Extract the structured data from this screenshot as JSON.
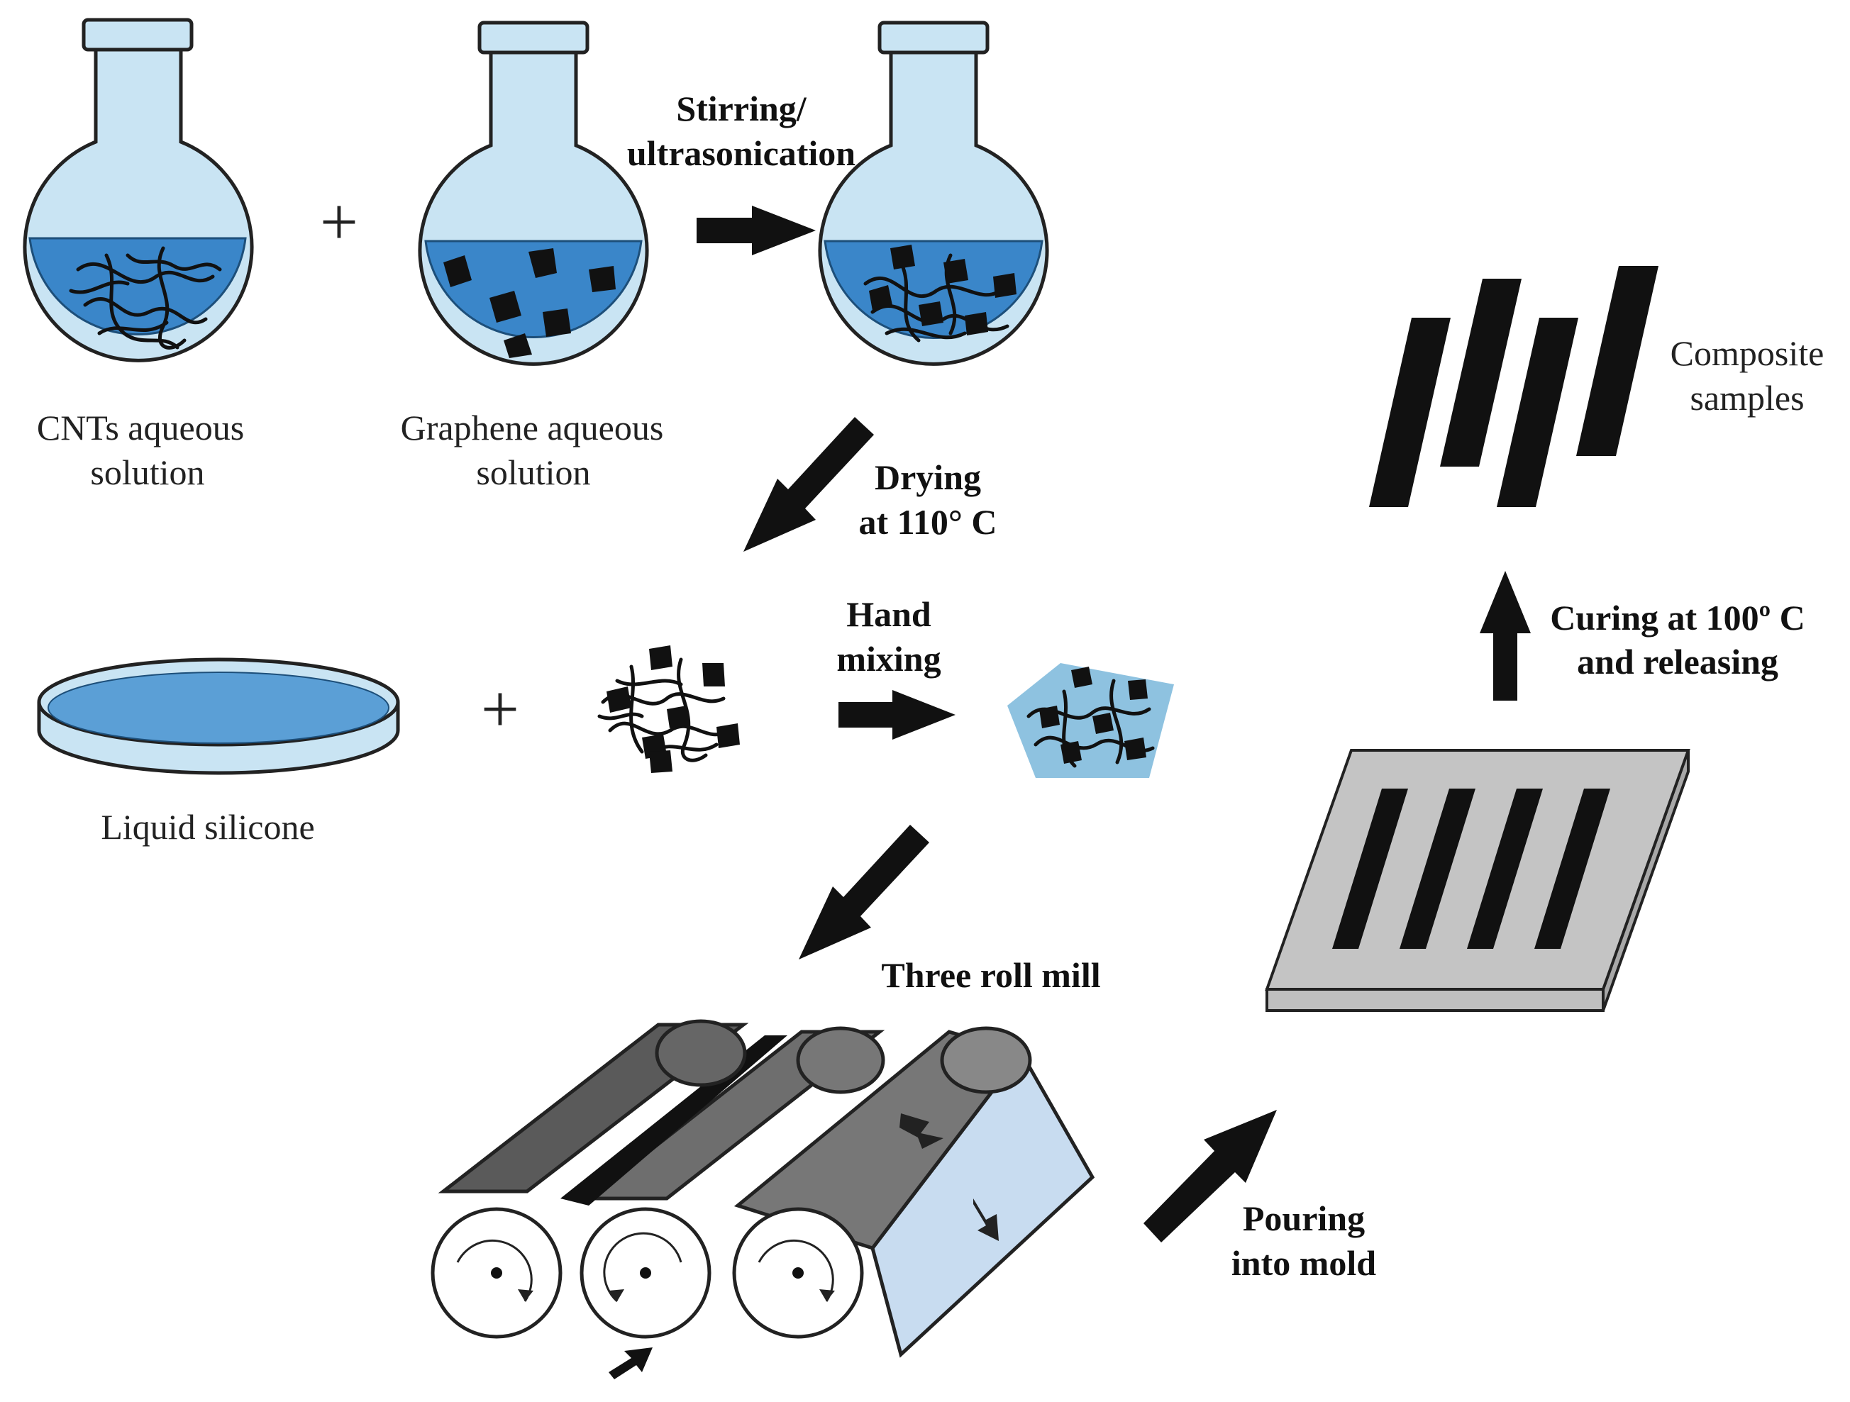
{
  "labels": {
    "cnts_line1": "CNTs aqueous",
    "cnts_line2": "solution",
    "graphene_line1": "Graphene aqueous",
    "graphene_line2": "solution",
    "stirring_line1": "Stirring/",
    "stirring_line2": "ultrasonication",
    "drying_line1": "Drying",
    "drying_line2": "at 110° C",
    "liquid_silicone": "Liquid silicone",
    "hand_line1": "Hand",
    "hand_line2": "mixing",
    "three_roll_mill": "Three roll mill",
    "pouring_line1": "Pouring",
    "pouring_line2": "into mold",
    "curing_line1": "Curing at 100º C",
    "curing_line2": "and releasing",
    "composite_line1": "Composite",
    "composite_line2": "samples"
  },
  "symbols": {
    "plus": "+"
  },
  "colors": {
    "solution_blue": "#3a86c9",
    "glass": "#c9e4f3",
    "pentagon": "#8ec2e0",
    "roller_grey": "#6e6e6e",
    "tray": "#c8dcf0",
    "mold_grey": "#bfbfbf",
    "ink": "#111111"
  }
}
